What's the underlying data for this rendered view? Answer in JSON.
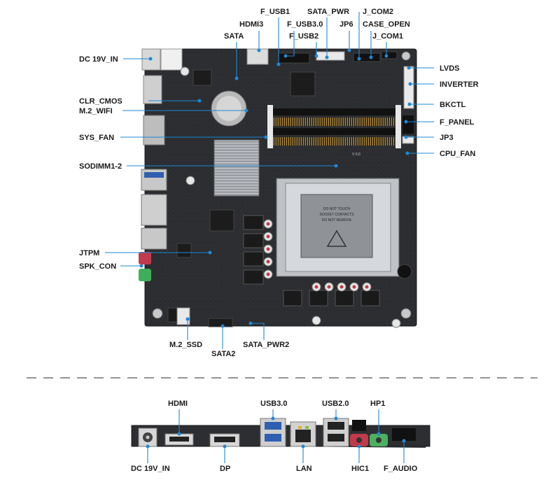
{
  "board_labels": {
    "top": [
      "F_USB1",
      "SATA_PWR",
      "J_COM2",
      "HDMI3",
      "F_USB3.0",
      "JP6",
      "CASE_OPEN",
      "SATA",
      "F_USB2",
      "J_COM1"
    ],
    "left": [
      "DC 19V_IN",
      "CLR_CMOS",
      "M.2_WIFI",
      "SYS_FAN",
      "SODIMM1-2",
      "JTPM",
      "SPK_CON"
    ],
    "right": [
      "LVDS",
      "INVERTER",
      "BKCTL",
      "F_PANEL",
      "JP3",
      "CPU_FAN"
    ],
    "bottom": [
      "M.2_SSD",
      "SATA2",
      "SATA_PWR2"
    ]
  },
  "io_labels": {
    "top": [
      "HDMI",
      "USB3.0",
      "USB2.0",
      "HP1"
    ],
    "bottom": [
      "DC 19V_IN",
      "DP",
      "LAN",
      "HIC1",
      "F_AUDIO"
    ]
  },
  "silk": {
    "cpu_lines": [
      "DO NOT TOUCH",
      "SOCKET CONTACTS",
      "DO NOT REMOVE"
    ],
    "version": "V 0.0"
  },
  "colors": {
    "leader": "#1e88d6",
    "pcb": "#2a2c2e",
    "label": "#1a1a1a"
  }
}
